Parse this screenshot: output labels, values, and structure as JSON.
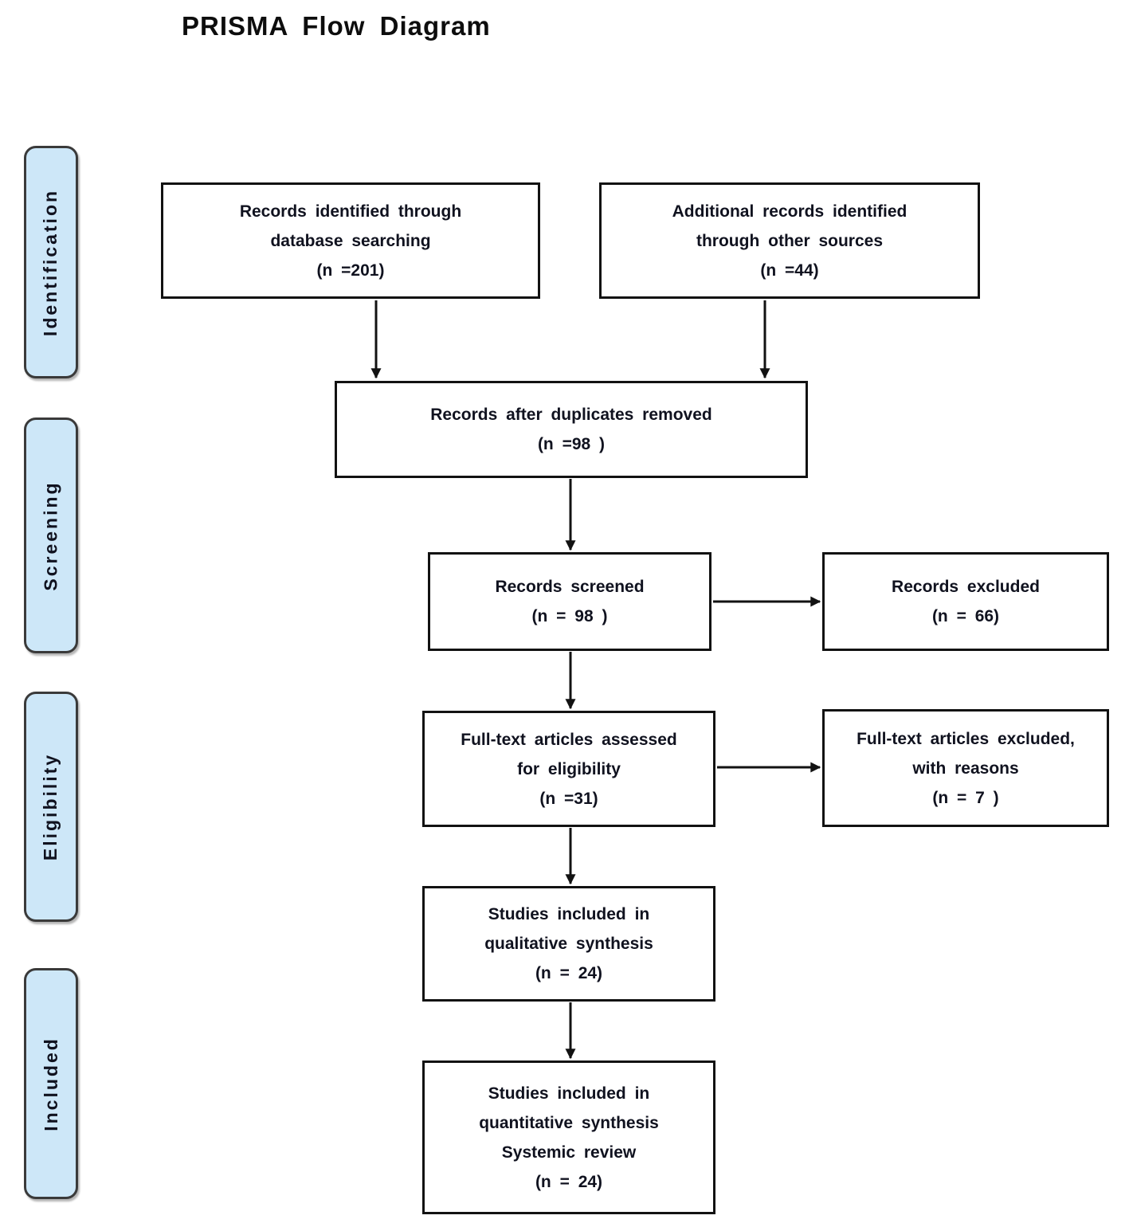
{
  "title": "PRISMA Flow Diagram",
  "sidebar": {
    "stages": [
      {
        "label": "Identification"
      },
      {
        "label": "Screening"
      },
      {
        "label": "Eligibility"
      },
      {
        "label": "Included"
      }
    ]
  },
  "flow": {
    "boxes": [
      {
        "id": "records-identified",
        "lines": [
          "Records identified through",
          "database searching",
          "(n =201)"
        ]
      },
      {
        "id": "additional-records",
        "lines": [
          "Additional records identified",
          "through other sources",
          "(n =44)"
        ]
      },
      {
        "id": "duplicates-removed",
        "lines": [
          "Records after duplicates removed",
          "(n =98 )"
        ]
      },
      {
        "id": "records-screened",
        "lines": [
          "Records screened",
          "(n = 98 )"
        ]
      },
      {
        "id": "records-excluded",
        "lines": [
          "Records excluded",
          "(n = 66)"
        ]
      },
      {
        "id": "fulltext-assessed",
        "lines": [
          "Full-text articles assessed",
          "for eligibility",
          "(n =31)"
        ]
      },
      {
        "id": "fulltext-excluded",
        "lines": [
          "Full-text articles excluded,",
          "with reasons",
          "(n = 7 )"
        ]
      },
      {
        "id": "qualitative-synthesis",
        "lines": [
          "Studies included in",
          "qualitative synthesis",
          "(n = 24)"
        ]
      },
      {
        "id": "quantitative-synthesis",
        "lines": [
          "Studies included in",
          "quantitative synthesis",
          "Systemic review",
          "(n = 24)"
        ]
      }
    ]
  },
  "counts": {
    "identified_database": 201,
    "identified_other_sources": 44,
    "after_duplicates_removed": 98,
    "screened": 98,
    "excluded": 66,
    "fulltext_assessed": 31,
    "fulltext_excluded": 7,
    "qualitative": 24,
    "quantitative": 24
  },
  "colors": {
    "stage_fill": "#cde7f8",
    "stage_border": "#3a3a3a",
    "box_border": "#121212",
    "arrow": "#121212",
    "text": "#10121f",
    "title": "#0d0d0d"
  }
}
